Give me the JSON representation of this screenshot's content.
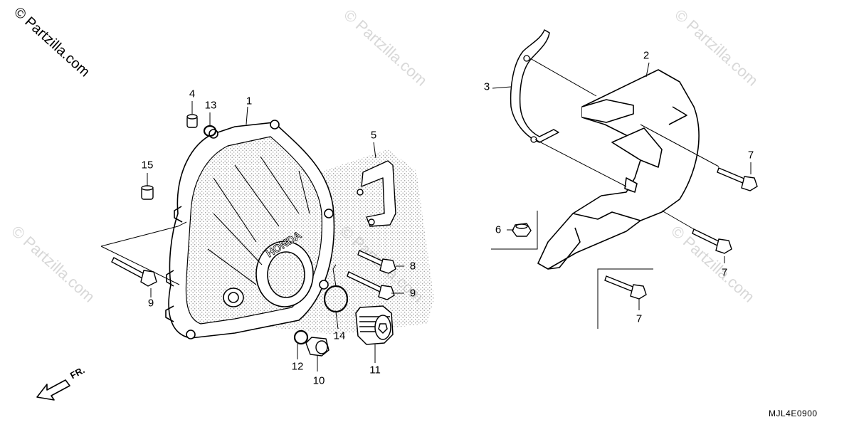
{
  "watermark": {
    "primary": "© Partzilla.com",
    "repeat": "© Partzilla.com"
  },
  "diagram_code": "MJL4E0900",
  "direction_label": "FR.",
  "callouts": {
    "c1": "1",
    "c2": "2",
    "c3": "3",
    "c4": "4",
    "c5": "5",
    "c6": "6",
    "c7a": "7",
    "c7b": "7",
    "c7c": "7",
    "c8": "8",
    "c9a": "9",
    "c9b": "9",
    "c10": "10",
    "c11": "11",
    "c12": "12",
    "c13": "13",
    "c14": "14",
    "c15": "15"
  },
  "colors": {
    "line": "#000000",
    "stipple": "#9a9a9a",
    "watermark": "#d8d8d8"
  }
}
